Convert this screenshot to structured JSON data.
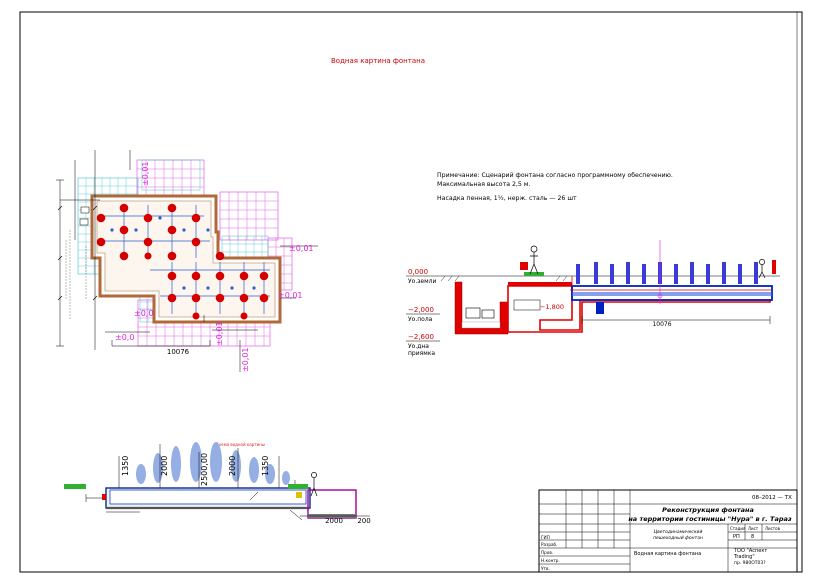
{
  "sheet_title": "Водная картина фонтана",
  "notes": {
    "line1": "Примечание: Сценарий фонтана согласно программному обеспечению.",
    "line2": "Максимальная высота 2,5 м.",
    "line3": "Насадка пенная, 1½, нерж. сталь — 26 шт"
  },
  "plan": {
    "dim_width": "10076",
    "level_right_top": "±0,01",
    "level_right_mid": "±0,01",
    "level_bottom": "±0,01",
    "level_left_mid": "±0,0",
    "level_left_bottom": "±0,0",
    "level_top": "±0,01"
  },
  "section": {
    "level_ground_value": "0,000",
    "level_ground_label": "Уо.земли",
    "level_floor_value": "−2,000",
    "level_floor_label": "Уо.пола",
    "level_pit_value": "−2,600",
    "level_pit_label_1": "Уо.дна",
    "level_pit_label_2": "приямка",
    "level_inner": "−1,800",
    "dim_length": "10076"
  },
  "elevation": {
    "caption": "Схема водной картины",
    "dims": [
      "1350",
      "2000",
      "2500,00",
      "2000",
      "1350"
    ],
    "dim_bottom": "2000",
    "dim_bottom_right": "200"
  },
  "title_block": {
    "project_code": "08–2012 — ТХ",
    "title_line1": "Реконструкция фонтана",
    "title_line2": "на территории гостиницы \"Нура\" в г. Тараз",
    "subtitle_line1": "Цветодинамический",
    "subtitle_line2": "пешеходный фонтан",
    "col_stage": "Стадия",
    "col_sheet": "Лист",
    "col_sheets": "Листов",
    "stage_value": "РП",
    "sheet_value": "8",
    "sheet_caption": "Водная картина фонтана",
    "company_line1": "ТОО \"Аспект",
    "company_line2": "Trading\"",
    "company_line3": "пр. 980ОТ03?",
    "left_labels": [
      "ГИП",
      "Разраб.",
      "Пров.",
      "Н.контр.",
      "Утв."
    ]
  },
  "colors": {
    "frame": "#000000",
    "red": "#cc0000",
    "magenta_grid": "#e040e0",
    "cyan_grid": "#40c0d0",
    "pool_red": "#e00000",
    "pool_blue": "#0020c0",
    "jet_blue": "#8aa6e0",
    "grass": "#30b030"
  }
}
